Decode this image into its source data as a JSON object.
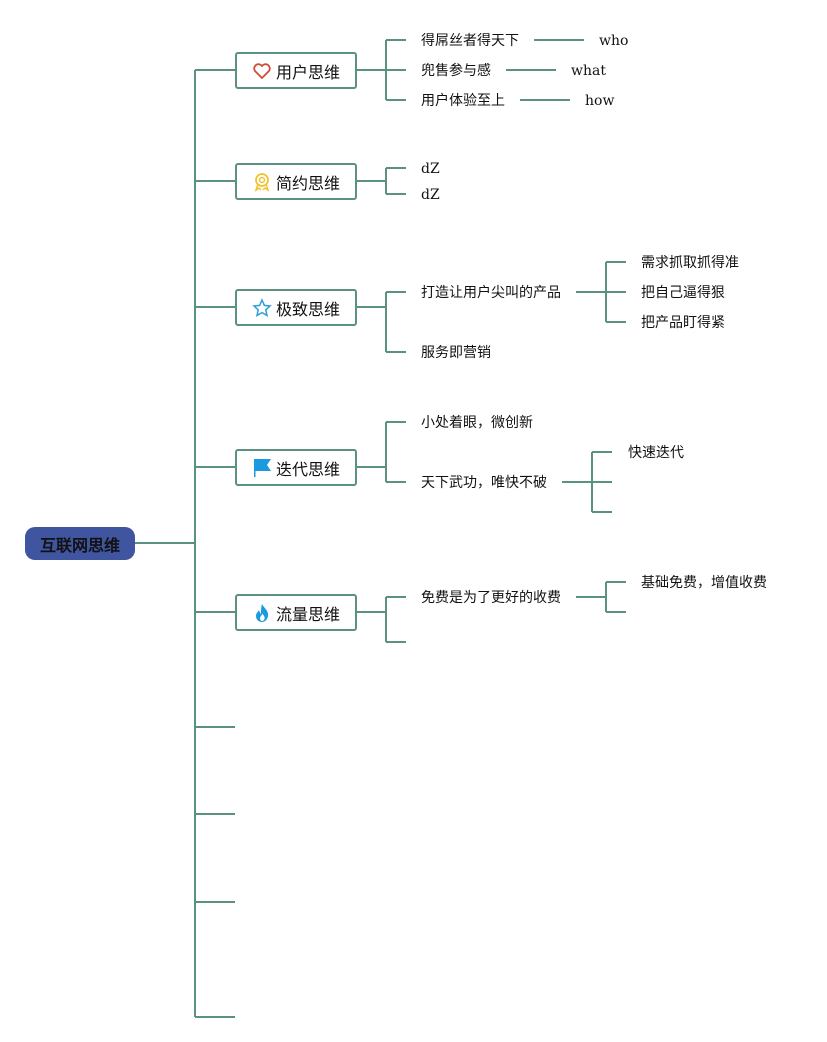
{
  "root": {
    "label": "互联网思维"
  },
  "colors": {
    "line": "#5b9182",
    "root_bg": "#3f55a0"
  },
  "branches": [
    {
      "label": "用户思维",
      "icon": "heart-icon",
      "children": [
        {
          "label": "得屌丝者得天下",
          "child": "who"
        },
        {
          "label": "兜售参与感",
          "child": "what"
        },
        {
          "label": "用户体验至上",
          "child": "how"
        }
      ]
    },
    {
      "label": "简约思维",
      "icon": "award-ribbon-icon",
      "children": [
        {
          "label": "dZ"
        },
        {
          "label": "dZ"
        }
      ]
    },
    {
      "label": "极致思维",
      "icon": "star-icon",
      "children": [
        {
          "label": "打造让用户尖叫的产品",
          "children": [
            "需求抓取抓得准",
            "把自己逼得狠",
            "把产品盯得紧"
          ]
        },
        {
          "label": "服务即营销"
        }
      ]
    },
    {
      "label": "迭代思维",
      "icon": "flag-icon",
      "children": [
        {
          "label": "小处着眼，微创新"
        },
        {
          "label": "天下武功，唯快不破",
          "children": [
            "快速迭代"
          ]
        }
      ]
    },
    {
      "label": "流量思维",
      "icon": "flame-icon",
      "children": [
        {
          "label": "免费是为了更好的收费",
          "children": [
            "基础免费，增值收费"
          ]
        }
      ]
    }
  ]
}
